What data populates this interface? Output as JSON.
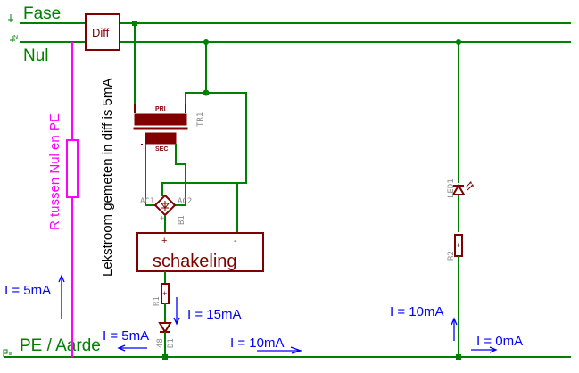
{
  "rails": {
    "fase": "Fase",
    "nul": "Nul",
    "pe": "PE / Aarde"
  },
  "components": {
    "diff": "Diff",
    "transformer": {
      "name": "TR1",
      "primary": "PRI",
      "secondary": "SEC"
    },
    "bridge": {
      "name": "B1",
      "ac1": "AC1",
      "ac2": "AC2",
      "plus": "+",
      "minus": "-"
    },
    "schakeling": {
      "label": "schakeling",
      "plus": "+",
      "minus": "-"
    },
    "r1": "R1",
    "d1": {
      "name": "D1",
      "value": "48"
    },
    "led1": "LED1",
    "r2": "R2",
    "r_pe": "R tussen Nul en PE"
  },
  "annotations": {
    "lekstroom": "Lekstroom gemeten in diff is 5mA",
    "i_left": "I = 5mA",
    "i_r1": "I = 15mA",
    "i_to_pe": "I = 5mA",
    "i_pe_mid": "I = 10mA",
    "i_led": "I = 10mA",
    "i_right": "I = 0mA"
  },
  "colors": {
    "wire": "#008000",
    "component": "#800000",
    "current": "#0000ff",
    "resistor_pe": "#ff00ff"
  }
}
